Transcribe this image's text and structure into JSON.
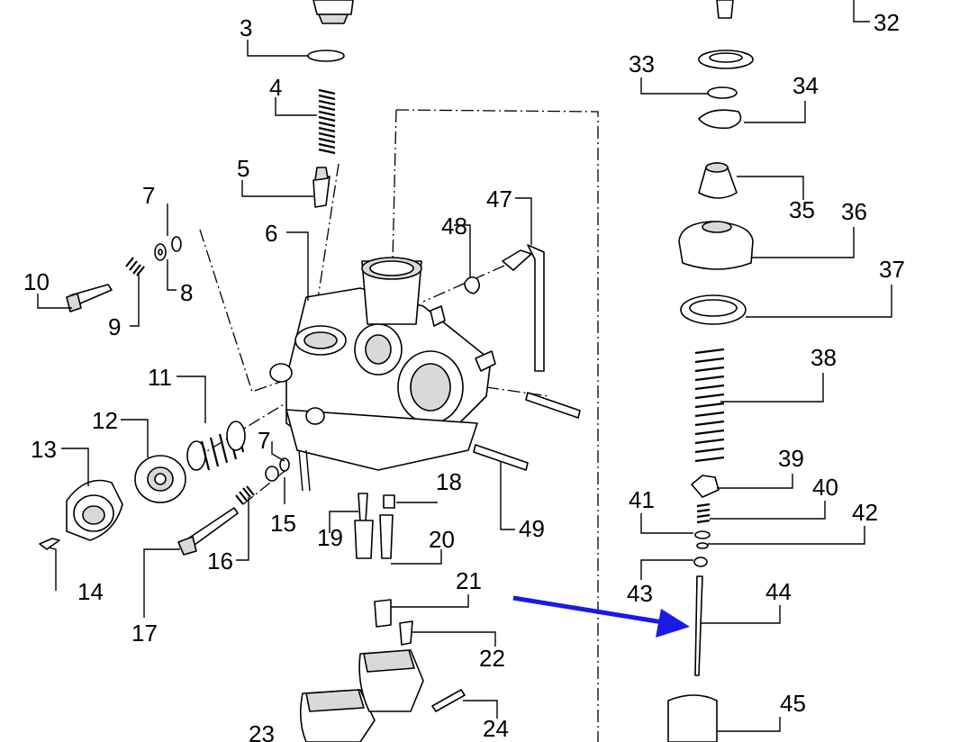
{
  "labels": {
    "p3": "3",
    "p4": "4",
    "p5": "5",
    "p6": "6",
    "p7a": "7",
    "p7b": "7",
    "p8": "8",
    "p9": "9",
    "p10": "10",
    "p11": "11",
    "p12": "12",
    "p13": "13",
    "p14": "14",
    "p15": "15",
    "p16": "16",
    "p17": "17",
    "p18": "18",
    "p19": "19",
    "p20": "20",
    "p21": "21",
    "p22": "22",
    "p23": "23",
    "p24": "24",
    "p32": "32",
    "p33": "33",
    "p34": "34",
    "p35": "35",
    "p36": "36",
    "p37": "37",
    "p38": "38",
    "p39": "39",
    "p40": "40",
    "p41": "41",
    "p42": "42",
    "p43": "43",
    "p44": "44",
    "p45": "45",
    "p47": "47",
    "p48": "48",
    "p49": "49"
  },
  "colors": {
    "line": "#000000",
    "arrow": "#1a1ae6",
    "part_fill": "#ffffff",
    "shade": "#d9d9d9"
  },
  "annotation": {
    "arrow_target": "44"
  }
}
